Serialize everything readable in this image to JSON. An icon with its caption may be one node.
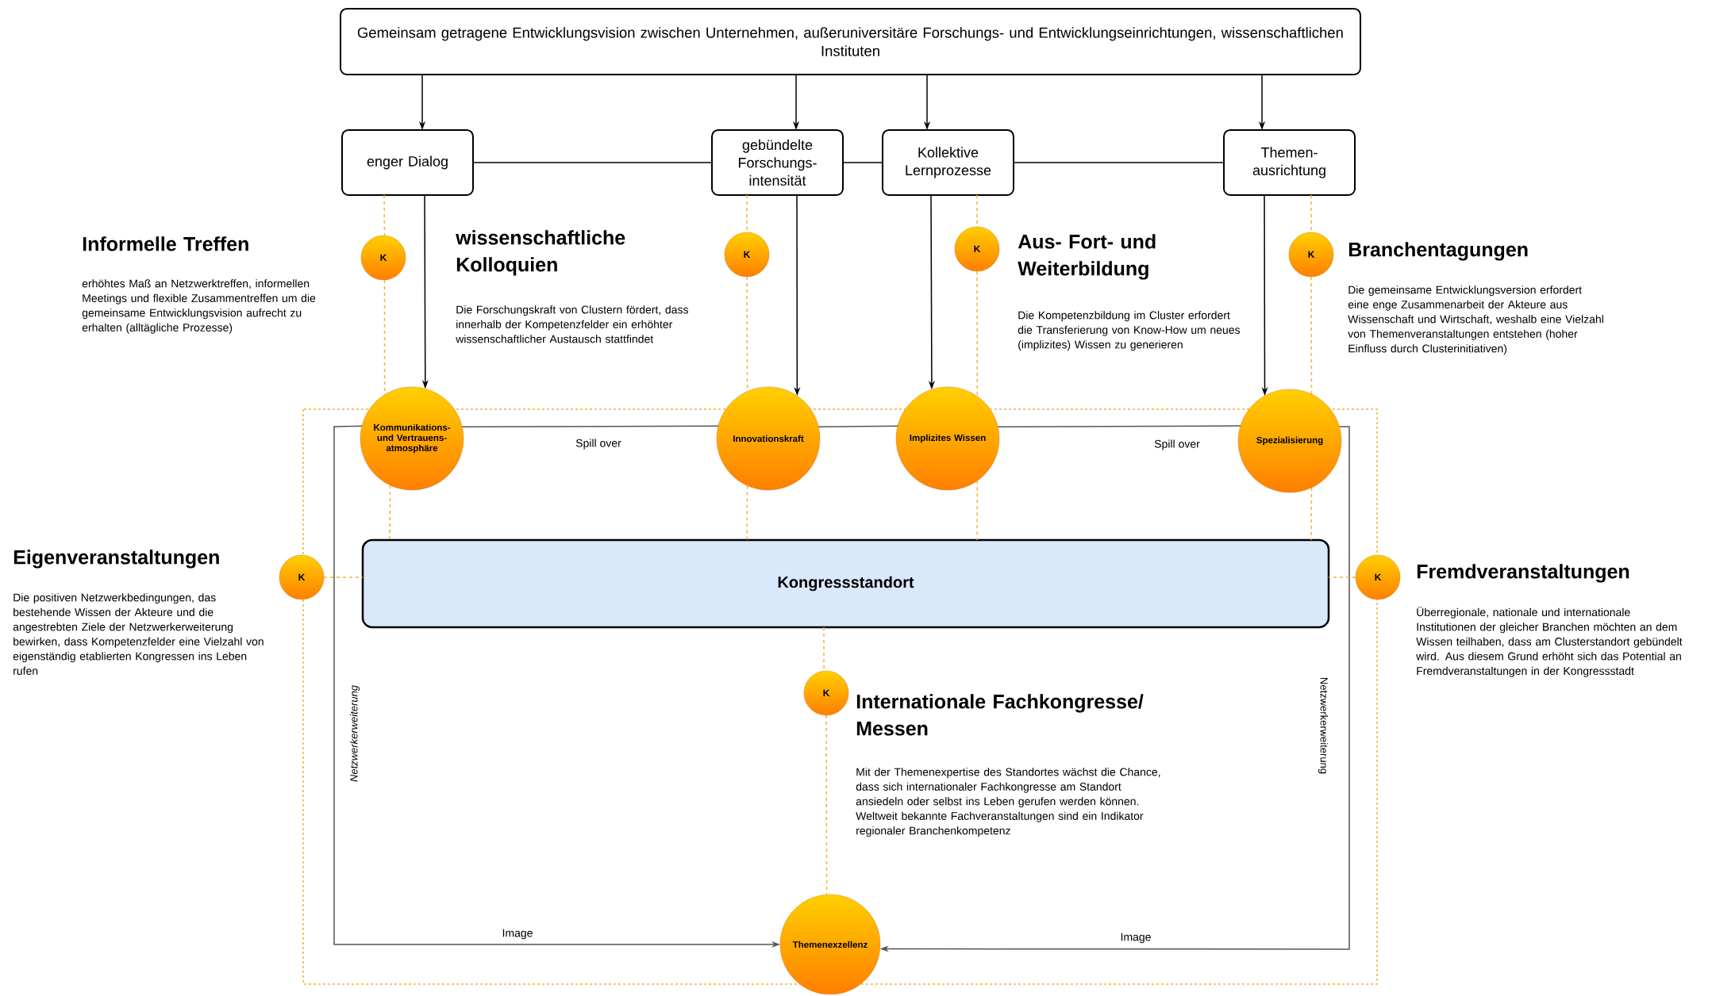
{
  "diagram": {
    "nodes": [
      {
        "text": [
          "Gemeinsam getragene Entwicklungsvision zwischen Unternehmen, außeruniversitäre Forschungs- und Entwicklungseinrichtungen, wissenschaftlichen Instituten"
        ]
      },
      {
        "text": [
          "enger Dialog"
        ]
      },
      {
        "text": [
          "gebündelte Forschungs- intensität"
        ]
      },
      {
        "text": [
          "Kollektive Lernprozesse"
        ]
      },
      {
        "text": [
          "Themen- ausrichtung"
        ]
      },
      {
        "text": [
          "Kommunikations- und Vertrauens- atmosphäre"
        ]
      },
      {
        "text": [
          "Innovationskraft"
        ]
      },
      {
        "text": [
          "Implizites Wissen"
        ]
      },
      {
        "text": [
          "Spezialisierung"
        ]
      },
      {
        "text": [
          "Kongressstandort"
        ]
      },
      {
        "text": [
          "Themenexzellenz"
        ]
      },
      {
        "text": [
          "K"
        ],
        "beside": [
          "Informelle Treffen",
          "erhöhtes Maß an Netzwerktreffen, informellen Meetings und flexible Zusammentreffen um die gemeinsame Entwicklungsvision aufrecht zu erhalten (alltägliche Prozesse)"
        ]
      },
      {
        "text": [
          "K"
        ],
        "beside": [
          "wissenschaftliche Kolloquien",
          "Die Forschungskraft von Clustern fördert, dass innerhalb der Kompetenzfelder ein erhöhter wissenschaftlicher Austausch stattfindet"
        ]
      },
      {
        "text": [
          "K"
        ],
        "beside": [
          "Aus- Fort- und Weiterbildung",
          "Die Kompetenzbildung im Cluster erfordert die Transferierung von Know-How um neues (implizites) Wissen zu generieren"
        ]
      },
      {
        "text": [
          "K"
        ],
        "beside": [
          "Branchentagungen",
          "Die gemeinsame Entwicklungsversion erfordert eine enge Zusammenarbeit der Akteure aus Wissenschaft und Wirtschaft, weshalb eine Vielzahl von Themenveranstaltungen entstehen (hoher Einfluss durch Clusterinitiativen)"
        ]
      },
      {
        "text": [
          "K"
        ],
        "beside": [
          "Eigenveranstaltungen",
          "Die positiven Netzwerkbedingungen, das bestehende Wissen der Akteure und die angestrebten Ziele der Netzwerkerweiterung bewirken, dass Kompetenzfelder eine Vielzahl von eigenständig etablierten Kongressen ins Leben rufen"
        ]
      },
      {
        "text": [
          "K"
        ],
        "beside": [
          "Fremdveranstaltungen",
          "Überregionale, nationale und internationale Institutionen der gleicher Branchen möchten an dem Wissen teilhaben, dass am Clusterstandort gebündelt wird. Aus diesem Grund erhöht sich das Potential an Fremdveranstaltungen in der Kongressstadt"
        ]
      },
      {
        "text": [
          "K"
        ],
        "beside": [
          "Internationale Fachkongresse/ Messen",
          "Mit der Themenexpertise des Standortes wächst die Chance, dass sich internationaler Fachkongresse am Standort ansiedeln oder selbst ins Leben gerufen werden können. Weltweit bekannte Fachveranstaltungen sind ein Indikator regionaler Branchenkompetenz"
        ]
      }
    ],
    "edges": [
      {
        "from": 0,
        "to": 1,
        "arrow": "to",
        "color": "#000000"
      },
      {
        "from": 0,
        "to": 2,
        "arrow": "to",
        "color": "#000000"
      },
      {
        "from": 0,
        "to": 3,
        "arrow": "to",
        "color": "#000000"
      },
      {
        "from": 0,
        "to": 4,
        "arrow": "to",
        "color": "#000000"
      },
      {
        "from": 1,
        "to": 2,
        "arrow": "none",
        "color": "#000000"
      },
      {
        "from": 2,
        "to": 3,
        "arrow": "none",
        "color": "#000000"
      },
      {
        "from": 3,
        "to": 4,
        "arrow": "none",
        "color": "#000000"
      },
      {
        "from": 1,
        "to": 5,
        "arrow": "to",
        "color": "#000000"
      },
      {
        "from": 2,
        "to": 6,
        "arrow": "to",
        "color": "#000000"
      },
      {
        "from": 3,
        "to": 7,
        "arrow": "to",
        "color": "#000000"
      },
      {
        "from": 4,
        "to": 8,
        "arrow": "to",
        "color": "#000000"
      },
      {
        "from": 5,
        "to": 6,
        "arrow": "none",
        "label": "Spill over",
        "color": "#555555"
      },
      {
        "from": 6,
        "to": 7,
        "arrow": "none",
        "color": "#555555"
      },
      {
        "from": 7,
        "to": 8,
        "arrow": "none",
        "label": "Spill over",
        "color": "#555555"
      },
      {
        "from": 5,
        "to": 10,
        "arrow": "to",
        "label": "Image",
        "color": "#555555"
      },
      {
        "from": 8,
        "to": 10,
        "arrow": "to",
        "label": "Image",
        "color": "#555555"
      },
      {
        "from": 1,
        "to": 11,
        "arrow": "none",
        "style": "dashed",
        "color": "#f2b03c"
      },
      {
        "from": 11,
        "to": 5,
        "arrow": "none",
        "style": "dashed",
        "color": "#f2b03c"
      },
      {
        "from": 5,
        "to": 9,
        "arrow": "none",
        "style": "dashed",
        "color": "#f2b03c"
      },
      {
        "from": 2,
        "to": 12,
        "arrow": "none",
        "style": "dashed",
        "color": "#f2b03c"
      },
      {
        "from": 12,
        "to": 6,
        "arrow": "none",
        "style": "dashed",
        "color": "#f2b03c"
      },
      {
        "from": 6,
        "to": 9,
        "arrow": "none",
        "style": "dashed",
        "color": "#f2b03c"
      },
      {
        "from": 3,
        "to": 13,
        "arrow": "none",
        "style": "dashed",
        "color": "#f2b03c"
      },
      {
        "from": 13,
        "to": 7,
        "arrow": "none",
        "style": "dashed",
        "color": "#f2b03c"
      },
      {
        "from": 7,
        "to": 9,
        "arrow": "none",
        "style": "dashed",
        "color": "#f2b03c"
      },
      {
        "from": 4,
        "to": 14,
        "arrow": "none",
        "style": "dashed",
        "color": "#f2b03c"
      },
      {
        "from": 14,
        "to": 8,
        "arrow": "none",
        "style": "dashed",
        "color": "#f2b03c"
      },
      {
        "from": 8,
        "to": 9,
        "arrow": "none",
        "style": "dashed",
        "color": "#f2b03c"
      },
      {
        "from": 15,
        "to": 9,
        "arrow": "none",
        "style": "dashed",
        "color": "#f2b03c"
      },
      {
        "from": 16,
        "to": 9,
        "arrow": "none",
        "style": "dashed",
        "color": "#f2b03c"
      },
      {
        "from": 9,
        "to": 17,
        "arrow": "none",
        "style": "dashed",
        "color": "#f2b03c"
      },
      {
        "from": 17,
        "to": 10,
        "arrow": "none",
        "style": "dashed",
        "color": "#f2b03c"
      }
    ],
    "labels": [
      "Netzwerkerweiterung",
      "Netzwerkerweiterung"
    ]
  }
}
